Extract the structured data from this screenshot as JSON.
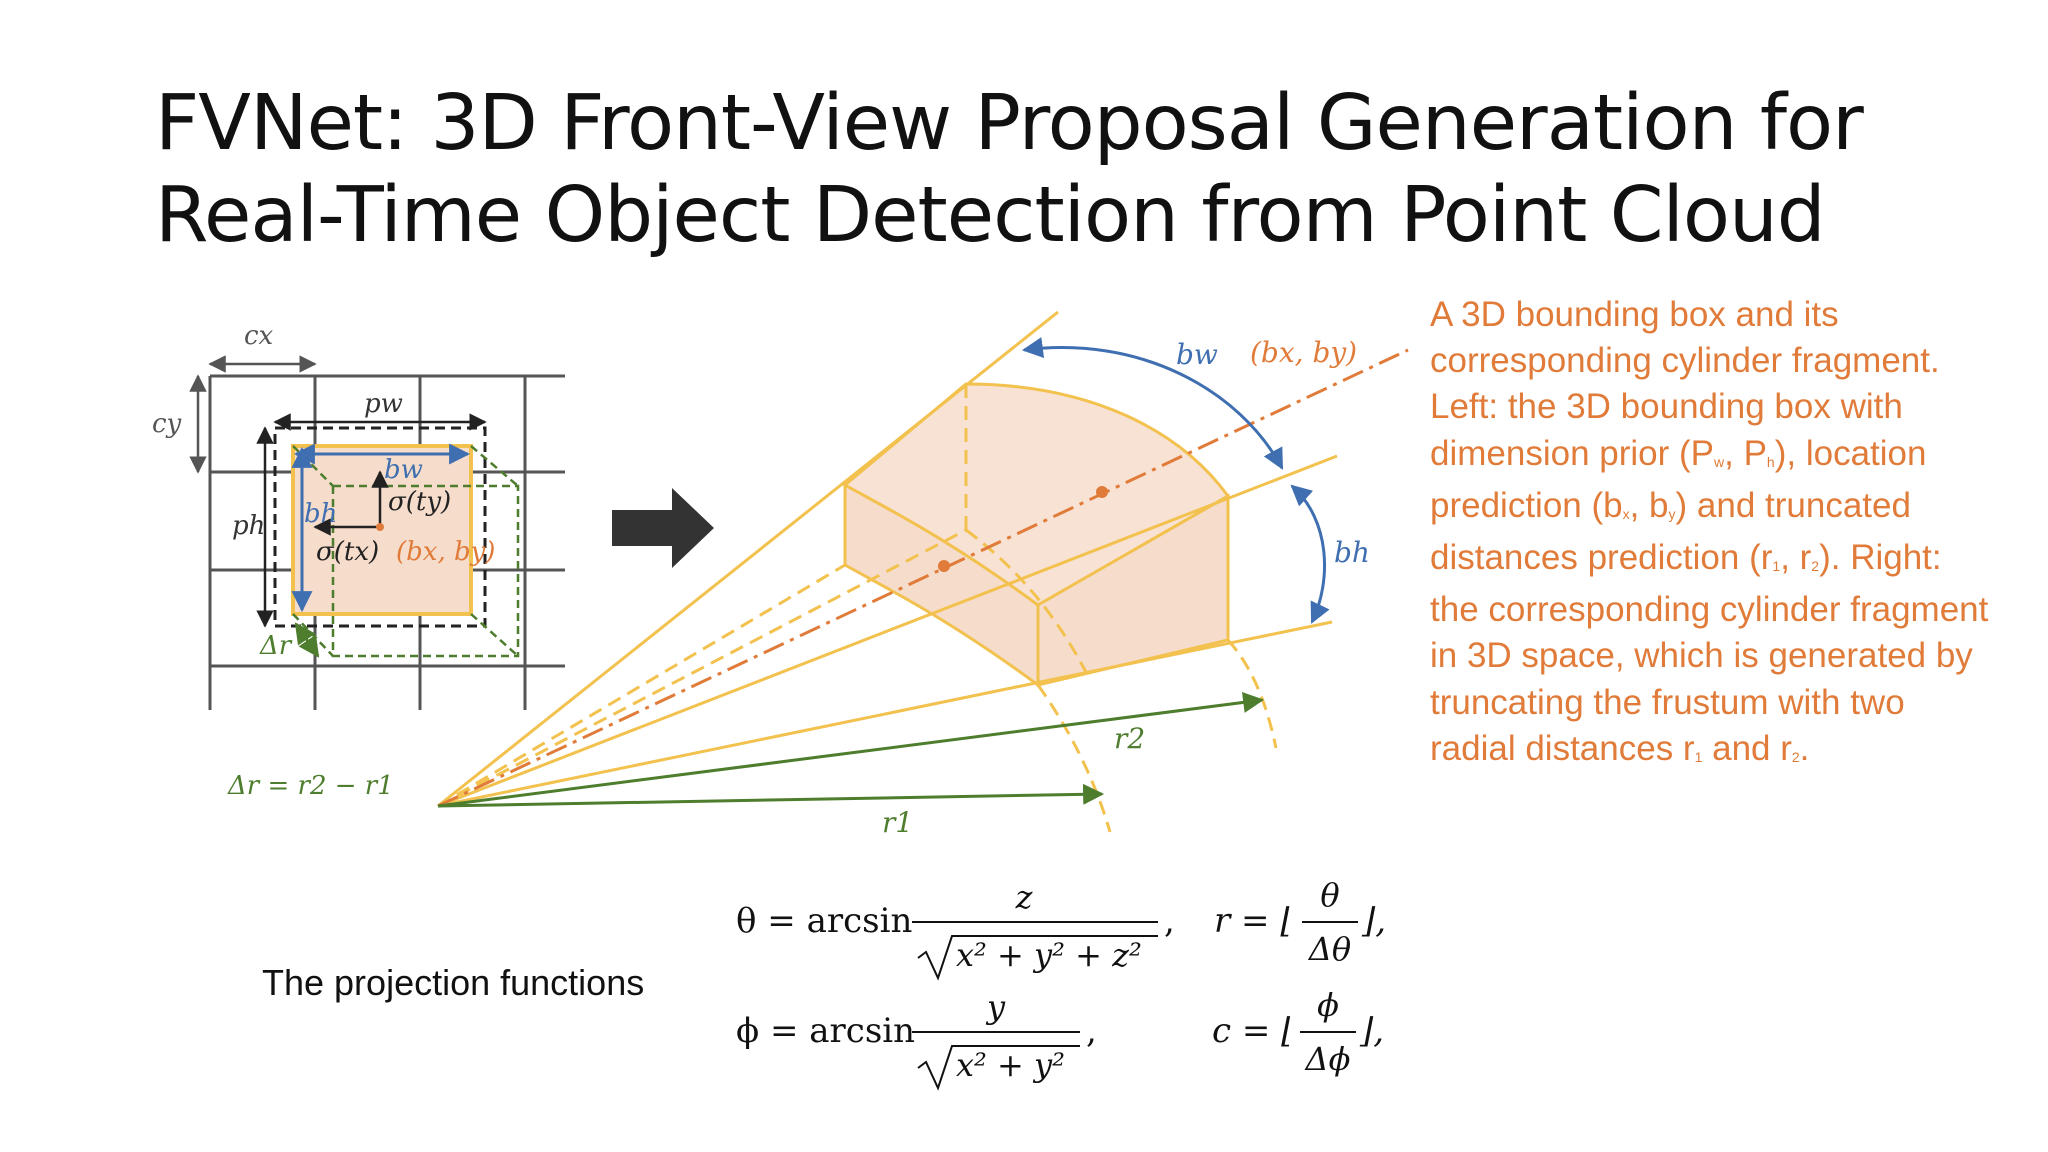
{
  "title": {
    "line1": "FVNet: 3D Front-View Proposal Generation for",
    "line2": "Real-Time Object Detection from Point Cloud"
  },
  "caption": {
    "part1": "A 3D bounding box and its corresponding cylinder fragment. Left: the 3D bounding box with dimension prior (P",
    "sub_w": "w",
    "part2": ", P",
    "sub_h": "h",
    "part3": "), location prediction (b",
    "sub_x": "x",
    "part4": ", b",
    "sub_y": "y",
    "part5": ") and truncated distances prediction (r",
    "sub_1": "1",
    "part6": ", r",
    "sub_2": "2",
    "part7": "). Right: the corresponding cylinder fragment in 3D space, which is generated by truncating the frustum with two radial distances r",
    "sub_1b": "1",
    "part8": " and r",
    "sub_2b": "2",
    "part9": "."
  },
  "projection_label": "The projection functions",
  "figure_left": {
    "cx": "cx",
    "cy": "cy",
    "pw": "pw",
    "ph": "ph",
    "bw": "bw",
    "bh": "bh",
    "sigma_ty": "σ(ty)",
    "sigma_tx": "σ(tx)",
    "bxby": "(bx, by)",
    "delta_r": "Δr",
    "delta_r_eq": "Δr = r2 − r1"
  },
  "figure_right": {
    "bw": "bw",
    "bh": "bh",
    "bxby": "(bx, by)",
    "r1": "r1",
    "r2": "r2"
  },
  "equations": {
    "theta_lhs": "θ = arcsin",
    "theta_num": "z",
    "theta_den": "x² + y² + z²",
    "r_lhs": "r = ⌊",
    "r_num": "θ",
    "r_den": "Δθ",
    "phi_lhs": "ϕ = arcsin",
    "phi_num": "y",
    "phi_den": "x² + y²",
    "c_lhs": "c = ⌊",
    "c_num": "ϕ",
    "c_den": "Δϕ",
    "close": "⌋,",
    "comma": ","
  },
  "colors": {
    "title": "#111111",
    "caption": "#e07b39",
    "yellow": "#f2c14e",
    "orange": "#e07b39",
    "blue": "#3f6fb0",
    "green": "#4e7d2e",
    "grid": "#555555",
    "fill": "#f6dccb"
  }
}
